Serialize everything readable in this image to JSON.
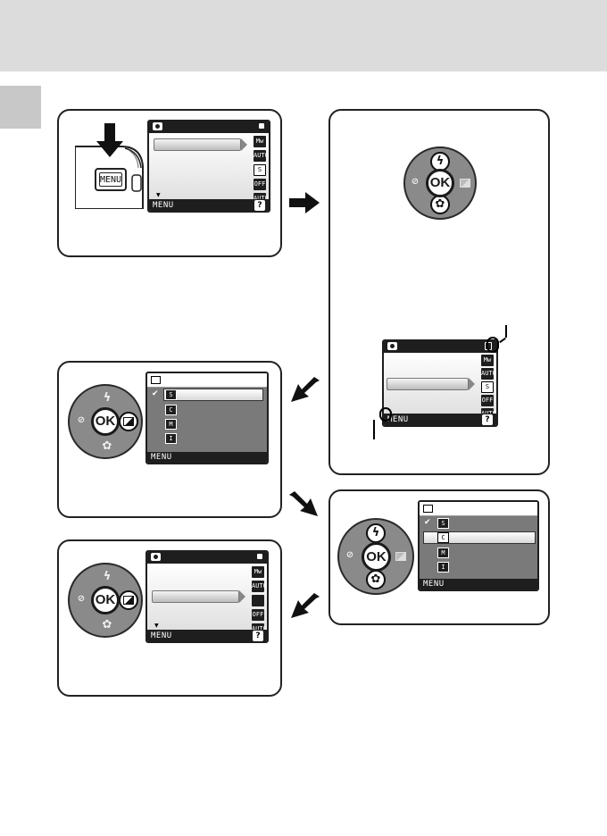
{
  "screen_labels": {
    "menu_tag": "MENU",
    "help_tag": "?",
    "icons": [
      "Mw",
      "AUTO",
      "S",
      "OFF",
      "AUTO"
    ],
    "sub_icons": [
      "S",
      "C",
      "M",
      "I"
    ]
  },
  "camera": {
    "menu_button_label": "MENU"
  },
  "selector": {
    "ok_label": "OK",
    "flash_symbol": "ϟ",
    "self_timer_symbol": "⊘",
    "macro_symbol": "✿"
  },
  "colors": {
    "header": "#dcdcdc",
    "screen_dark": "#1e1e1e",
    "submenu_body": "#7a7a7a"
  },
  "icon_names": [
    "camera-icon",
    "shooting-mode-icon",
    "flash-icon",
    "self-timer-icon",
    "macro-icon",
    "exposure-compensation-icon",
    "help-icon",
    "check-icon"
  ]
}
